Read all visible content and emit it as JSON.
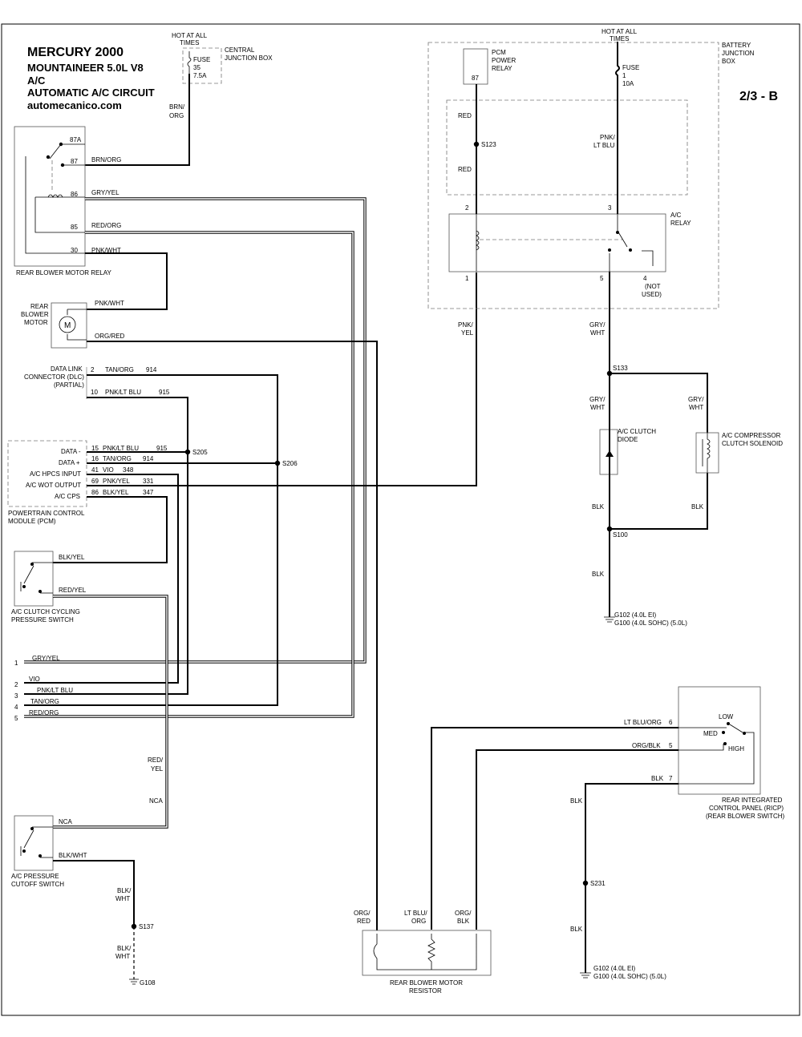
{
  "header": {
    "title": "MERCURY 2000",
    "model": "MOUNTAINEER  5.0L  V8",
    "system": "A/C",
    "circuit": "AUTOMATIC A/C CIRCUIT",
    "website": "automecanico.com",
    "page_ref": "2/3 - B"
  },
  "central_junction": {
    "hot_label": "HOT AT ALL",
    "hot_label2": "TIMES",
    "fuse": "FUSE",
    "fuse_num": "35",
    "fuse_amps": "7.5A",
    "box_label": "CENTRAL",
    "box_label2": "JUNCTION BOX",
    "wire1": "BRN/",
    "wire2": "ORG"
  },
  "battery_junction": {
    "hot_label": "HOT AT ALL",
    "hot_label2": "TIMES",
    "fuse": "FUSE",
    "fuse_num": "1",
    "fuse_amps": "10A",
    "box_label": "BATTERY",
    "box_label2": "JUNCTION",
    "box_label3": "BOX",
    "pcm_relay1": "PCM",
    "pcm_relay2": "POWER",
    "pcm_relay3": "RELAY",
    "pcm_pin": "87"
  },
  "rear_blower_relay": {
    "label": "REAR BLOWER MOTOR RELAY",
    "pins": [
      "87A",
      "87",
      "86",
      "85",
      "30"
    ],
    "wires": [
      "BRN/ORG",
      "GRY/YEL",
      "RED/ORG",
      "PNK/WHT"
    ]
  },
  "rear_blower_motor": {
    "label1": "REAR",
    "label2": "BLOWER",
    "label3": "MOTOR",
    "symbol": "M",
    "wire_top": "PNK/WHT",
    "wire_bottom": "ORG/RED"
  },
  "dlc": {
    "label1": "DATA LINK",
    "label2": "CONNECTOR (DLC)",
    "label3": "(PARTIAL)",
    "pin_a": "2",
    "wire_a": "TAN/ORG",
    "circ_a": "914",
    "pin_b": "10",
    "wire_b": "PNK/LT BLU",
    "circ_b": "915"
  },
  "pcm": {
    "label1": "POWERTRAIN CONTROL",
    "label2": "MODULE (PCM)",
    "rows": [
      {
        "name": "DATA -",
        "pin": "15",
        "wire": "PNK/LT BLU",
        "circ": "915"
      },
      {
        "name": "DATA +",
        "pin": "16",
        "wire": "TAN/ORG",
        "circ": "914"
      },
      {
        "name": "A/C HPCS INPUT",
        "pin": "41",
        "wire": "VIO",
        "circ": "348"
      },
      {
        "name": "A/C WOT OUTPUT",
        "pin": "69",
        "wire": "PNK/YEL",
        "circ": "331"
      },
      {
        "name": "A/C CPS",
        "pin": "86",
        "wire": "BLK/YEL",
        "circ": "347"
      }
    ]
  },
  "splices": {
    "s123": "S123",
    "s133": "S133",
    "s100": "S100",
    "s205": "S205",
    "s206": "S206",
    "s137": "S137",
    "s231": "S231"
  },
  "ac_relay": {
    "label1": "A/C",
    "label2": "RELAY",
    "pin2": "2",
    "pin3": "3",
    "pin1": "1",
    "pin5": "5",
    "pin4": "4",
    "not_used1": "(NOT",
    "not_used2": "USED)",
    "wire_red": "RED",
    "wire_pnk1": "PNK/",
    "wire_pnk2": "LT BLU",
    "wire_pnkyel1": "PNK/",
    "wire_pnkyel2": "YEL",
    "wire_grywht1": "GRY/",
    "wire_grywht2": "WHT"
  },
  "clutch": {
    "diode1": "A/C CLUTCH",
    "diode2": "DIODE",
    "solenoid1": "A/C COMPRESSOR",
    "solenoid2": "CLUTCH SOLENOID",
    "grywht1": "GRY/",
    "grywht2": "WHT",
    "blk": "BLK",
    "ground1": "G102 (4.0L EI)",
    "ground2": "G100 (4.0L SOHC) (5.0L)"
  },
  "cycling_switch": {
    "label1": "A/C CLUTCH CYCLING",
    "label2": "PRESSURE SWITCH",
    "wire_top": "BLK/YEL",
    "wire_bottom": "RED/YEL"
  },
  "connector": {
    "rows": [
      {
        "pin": "1",
        "wire": "GRY/YEL"
      },
      {
        "pin": "2",
        "wire": "VIO"
      },
      {
        "pin": "3",
        "wire": "PNK/LT BLU"
      },
      {
        "pin": "4",
        "wire": "TAN/ORG"
      },
      {
        "pin": "5",
        "wire": "RED/ORG"
      }
    ],
    "redyel1": "RED/",
    "redyel2": "YEL",
    "nca": "NCA"
  },
  "cutoff_switch": {
    "label1": "A/C PRESSURE",
    "label2": "CUTOFF SWITCH",
    "wire_top": "NCA",
    "wire_bottom": "BLK/WHT",
    "blkwht1": "BLK/",
    "blkwht2": "WHT",
    "ground": "G108"
  },
  "ricp": {
    "label1": "REAR INTEGRATED",
    "label2": "CONTROL PANEL (RICP)",
    "label3": "(REAR BLOWER SWITCH)",
    "low": "LOW",
    "med": "MED",
    "high": "HIGH",
    "wire6": "LT BLU/ORG",
    "pin6": "6",
    "wire5": "ORG/BLK",
    "pin5": "5",
    "wire7": "BLK",
    "pin7": "7",
    "blk": "BLK",
    "ground1": "G102 (4.0L EI)",
    "ground2": "G100 (4.0L SOHC) (5.0L)"
  },
  "resistor": {
    "label1": "REAR BLOWER MOTOR",
    "label2": "RESISTOR",
    "w1a": "ORG/",
    "w1b": "RED",
    "w2a": "LT BLU/",
    "w2b": "ORG",
    "w3a": "ORG/",
    "w3b": "BLK"
  }
}
